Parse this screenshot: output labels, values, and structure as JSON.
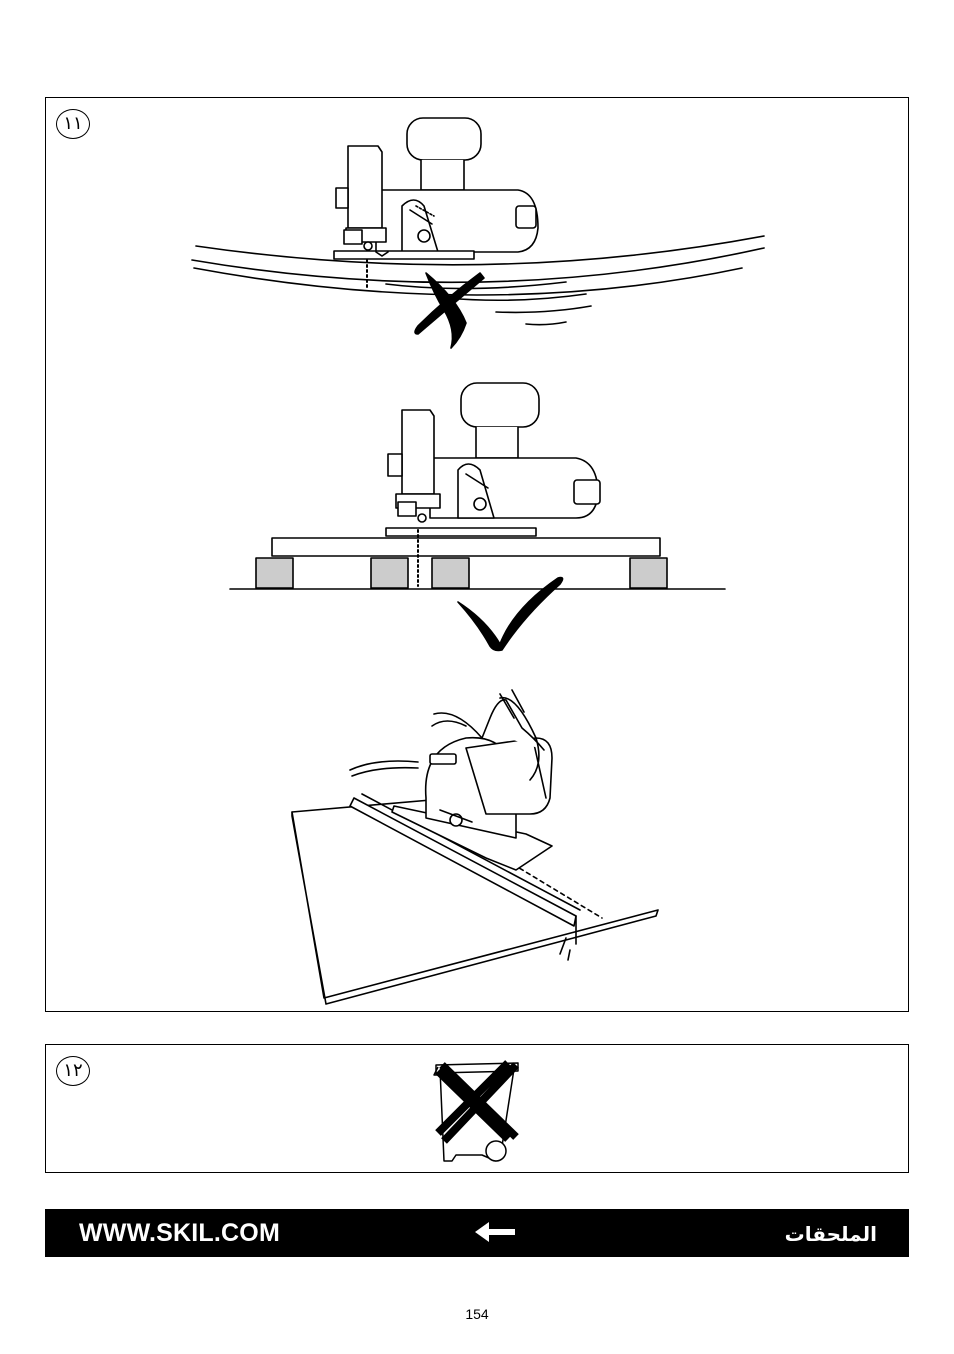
{
  "panels": [
    {
      "number": "١١"
    },
    {
      "number": "١٢"
    }
  ],
  "footer": {
    "url": "WWW.SKIL.COM",
    "arrow_icon": "arrow-left-icon",
    "section_title": "الملحقات"
  },
  "page_number": "154",
  "colors": {
    "footer_background": "#000000",
    "footer_text": "#ffffff",
    "support_block_fill": "#cccccc"
  }
}
